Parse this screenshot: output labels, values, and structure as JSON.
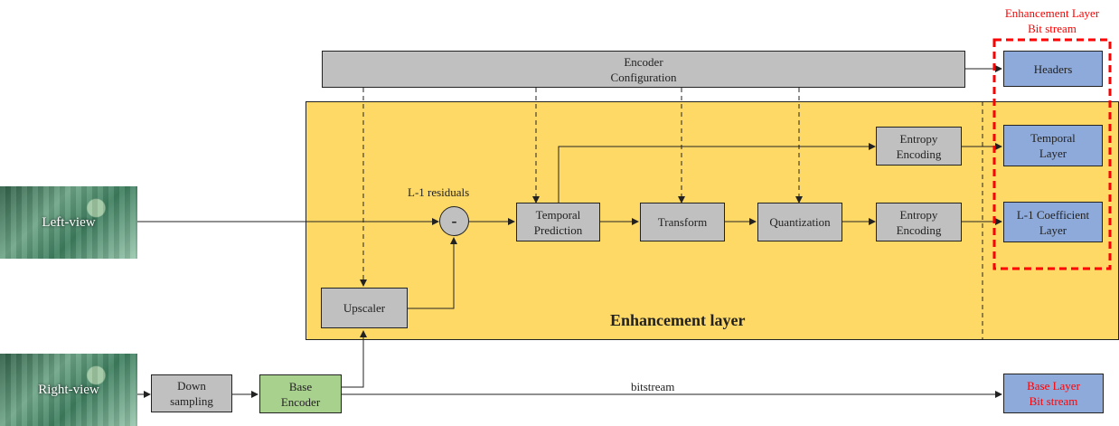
{
  "inputs": {
    "left_view": "Left-view",
    "right_view": "Right-view"
  },
  "blocks": {
    "encoder_configuration": "Encoder\nConfiguration",
    "upscaler": "Upscaler",
    "temporal_prediction": "Temporal\nPrediction",
    "transform": "Transform",
    "quantization": "Quantization",
    "entropy_encoding_top": "Entropy\nEncoding",
    "entropy_encoding_bottom": "Entropy\nEncoding",
    "down_sampling": "Down\nsampling",
    "base_encoder": "Base\nEncoder",
    "subtract_symbol": "-"
  },
  "outputs": {
    "headers": "Headers",
    "temporal_layer": "Temporal\nLayer",
    "l1_coefficient_layer": "L-1 Coefficient\nLayer",
    "base_layer_bitstream": "Base Layer\nBit stream"
  },
  "labels": {
    "enhancement_bitstream_title": "Enhancement Layer\nBit stream",
    "l1_residuals": "L-1 residuals",
    "enhancement_layer": "Enhancement layer",
    "bitstream": "bitstream"
  },
  "colors": {
    "enhancement_panel": "#ffd966",
    "process_block": "#c0c0c0",
    "output_block": "#8eaadb",
    "base_encoder": "#a9d18e",
    "highlight_red": "#ff0000"
  }
}
